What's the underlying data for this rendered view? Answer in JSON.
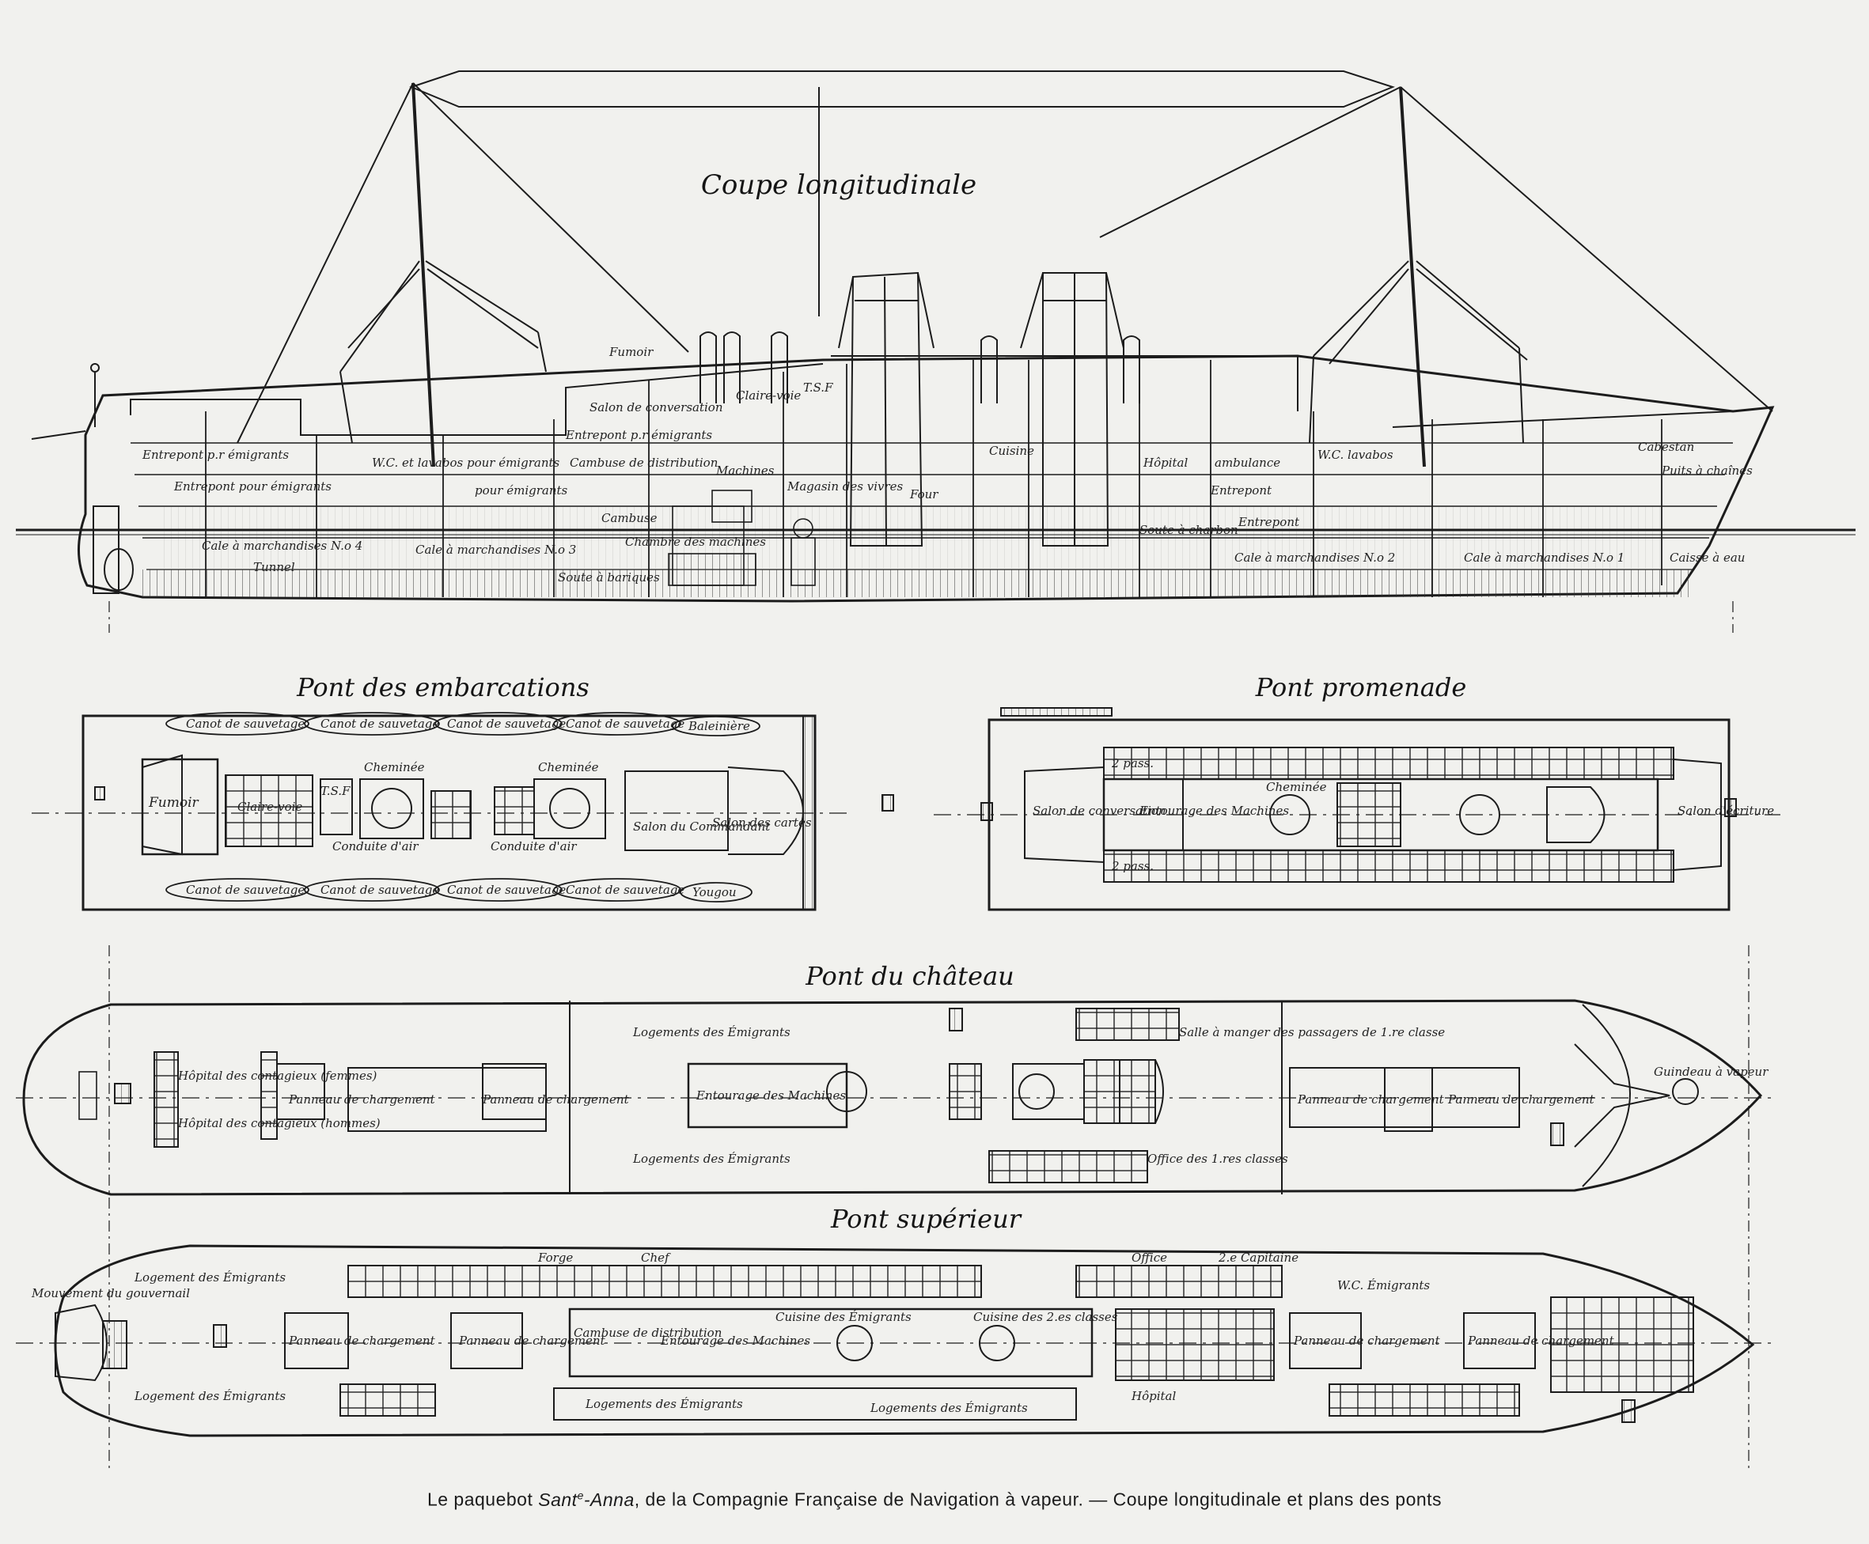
{
  "titles": {
    "section": "Coupe longitudinale",
    "boat_deck": "Pont des embarcations",
    "promenade": "Pont promenade",
    "chateau": "Pont du château",
    "upper": "Pont supérieur"
  },
  "caption": {
    "part1": "Le paquebot ",
    "ship": "Sant",
    "ship_sup": "e",
    "ship_end": "-Anna",
    "part2": ", de la Compagnie Française de Navigation à vapeur. — Coupe longitudinale et plans des ponts"
  },
  "section_labels": {
    "fumoir": "Fumoir",
    "claire_voie": "Claire-voie",
    "tsf": "T.S.F",
    "salon_conv": "Salon de conversation",
    "entrepont_emig_1": "Entrepont p.r émigrants",
    "entrepont_emig_2": "Entrepont p.r émigrants",
    "wc_lavabos": "W.C. et lavabos pour émigrants",
    "cambuse_distrib": "Cambuse de distribution",
    "entrepont_pour_emigrants": "Entrepont pour émigrants",
    "cambuse": "Cambuse",
    "cale_4": "Cale à marchandises N.o 4",
    "cale_3": "Cale à marchandises N.o 3",
    "chambre_machines": "Chambre des machines",
    "tunnel": "Tunnel",
    "soute_bariques": "Soute à bariques",
    "machines": "Machines",
    "magasin": "Magasin des vivres",
    "soute_charbon": "Soute à charbon",
    "cuisine": "Cuisine",
    "four": "Four",
    "ambulance": "ambulance",
    "hopital": "Hôpital",
    "wc_lavabos_2": "W.C. lavabos",
    "entrepont": "Entrepont",
    "entrepont_2": "Entrepont",
    "cale_2": "Cale à marchandises N.o 2",
    "cale_1": "Cale à marchandises N.o 1",
    "cabestan": "Cabestan",
    "puits_chaines": "Puits à chaînes",
    "caisse_eau": "Caisse à eau",
    "pour_emigrants": "pour émigrants"
  },
  "boat_deck_labels": {
    "canot": "Canot de sauvetage",
    "baleiniere": "Baleinière",
    "yougou": "Yougou",
    "fumoir": "Fumoir",
    "claire_voie": "Claire-voie",
    "tsf": "T.S.F",
    "cheminee": "Cheminée",
    "conduite_air": "Conduite d'air",
    "salon_cdt": "Salon du Commandant",
    "salon_cartes": "Salon des cartes"
  },
  "promenade_labels": {
    "salon_conv": "Salon de conversation",
    "entourage": "Entourage des Machines",
    "salon_ecriture": "Salon d'écriture",
    "cheminee": "Cheminée",
    "pass": "2 pass."
  },
  "chateau_labels": {
    "hopital_contagieux_f": "Hôpital des contagieux (femmes)",
    "hopital_contagieux_h": "Hôpital des contagieux (hommes)",
    "panneau_chargement": "Panneau de chargement",
    "logements": "Logements des Émigrants",
    "entourage": "Entourage des Machines",
    "salle_manger": "Salle à manger des passagers de 1.re classe",
    "office": "Office des 1.res classes",
    "guindeau": "Guindeau à vapeur"
  },
  "upper_labels": {
    "logement": "Logement des Émigrants",
    "gouvernail": "Mouvement du gouvernail",
    "panneau_chargement": "Panneau de chargement",
    "forge": "Forge",
    "chef": "Chef",
    "cuisine_emig": "Cuisine des Émigrants",
    "cambuse_distrib": "Cambuse de distribution",
    "entourage": "Entourage des Machines",
    "cuisine_2": "Cuisine des 2.es classes",
    "office": "Office",
    "capitaine_2": "2.e Capitaine",
    "hopital": "Hôpital",
    "wc_emig": "W.C. Émigrants",
    "logements": "Logements des Émigrants"
  },
  "colors": {
    "ink": "#1c1c1c",
    "paper": "#f1f1ee",
    "sea": "#3a3a3a"
  }
}
